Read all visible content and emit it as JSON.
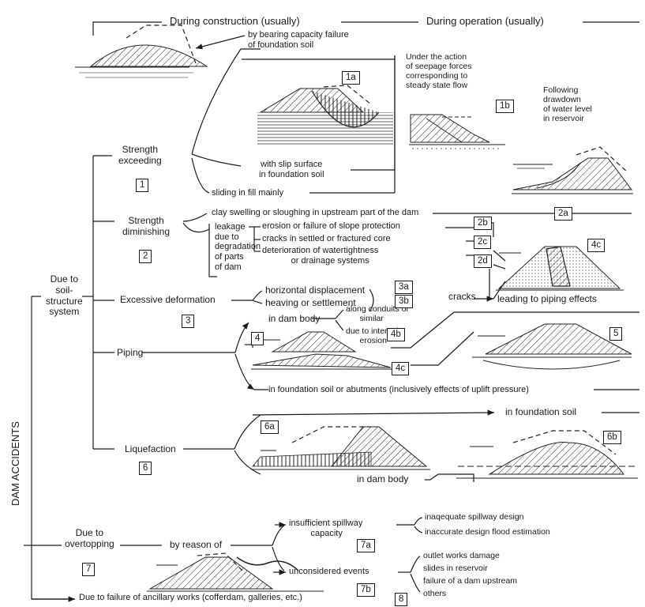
{
  "headers": {
    "construction": "During construction (usually)",
    "operation": "During operation (usually)"
  },
  "root": "DAM ACCIDENTS",
  "categories": {
    "soil_structure": "Due to\nsoil-\nstructure\nsystem",
    "overtopping": "Due to\novertopping",
    "ancillary": "Due to failure of ancillary works (cofferdam, galleries, etc.)"
  },
  "strength_exceeding": {
    "label": "Strength\nexceeding",
    "num": "1",
    "bearing": "by bearing capacity failure\nof foundation soil",
    "slip": "with slip surface\nin foundation soil",
    "sliding": "sliding in fill mainly",
    "seepage": "Under the action\nof seepage forces\ncorresponding to\nsteady state flow",
    "drawdown": "Following\ndrawdown\nof water level\nin reservoir"
  },
  "strength_diminishing": {
    "label": "Strength\ndiminishing",
    "num": "2",
    "clay": "clay swelling or sloughing in upstream part of the dam",
    "leakage": "leakage\ndue to\ndegradation\nof parts\nof dam",
    "erosion": "erosion or failure of slope protection",
    "cracks_core": "cracks in settled or fractured core",
    "deterioration": "deterioration of watertightness\n            or drainage systems"
  },
  "deformation": {
    "label": "Excessive deformation",
    "num": "3",
    "horizontal": "horizontal displacement",
    "heaving": "heaving or settlement",
    "cracks": "cracks",
    "piping_effects": "leading to piping effects"
  },
  "piping": {
    "label": "Piping",
    "dam_body": "in dam body",
    "conduits": "along conduits or\n      similar",
    "internal": "due to internal\n      erosion",
    "foundation": "in foundation soil or abutments  (inclusively effects of uplift pressure)"
  },
  "liquefaction": {
    "label": "Liquefaction",
    "num": "6",
    "foundation": "in foundation soil",
    "dam_body": "in dam  body"
  },
  "overtopping": {
    "num": "7",
    "reason": "by reason of",
    "spillway": "insufficient spillway\n         capacity",
    "unconsidered": "unconsidered events",
    "inadequate_design": "inaqequate spillway design",
    "flood": "inaccurate design flood estimation",
    "outlet": "outlet works damage",
    "slides": "slides in reservoir",
    "upstream": "failure of a dam upstream",
    "others": "others"
  },
  "labels": {
    "l1a": "1a",
    "l1b": "1b",
    "l2a": "2a",
    "l2b": "2b",
    "l2c": "2c",
    "l2d": "2d",
    "l3a": "3a",
    "l3b": "3b",
    "l4": "4",
    "l4b": "4b",
    "l4c": "4c",
    "l4c2": "4c",
    "l5": "5",
    "l6a": "6a",
    "l6b": "6b",
    "l7a": "7a",
    "l7b": "7b",
    "l8": "8"
  }
}
